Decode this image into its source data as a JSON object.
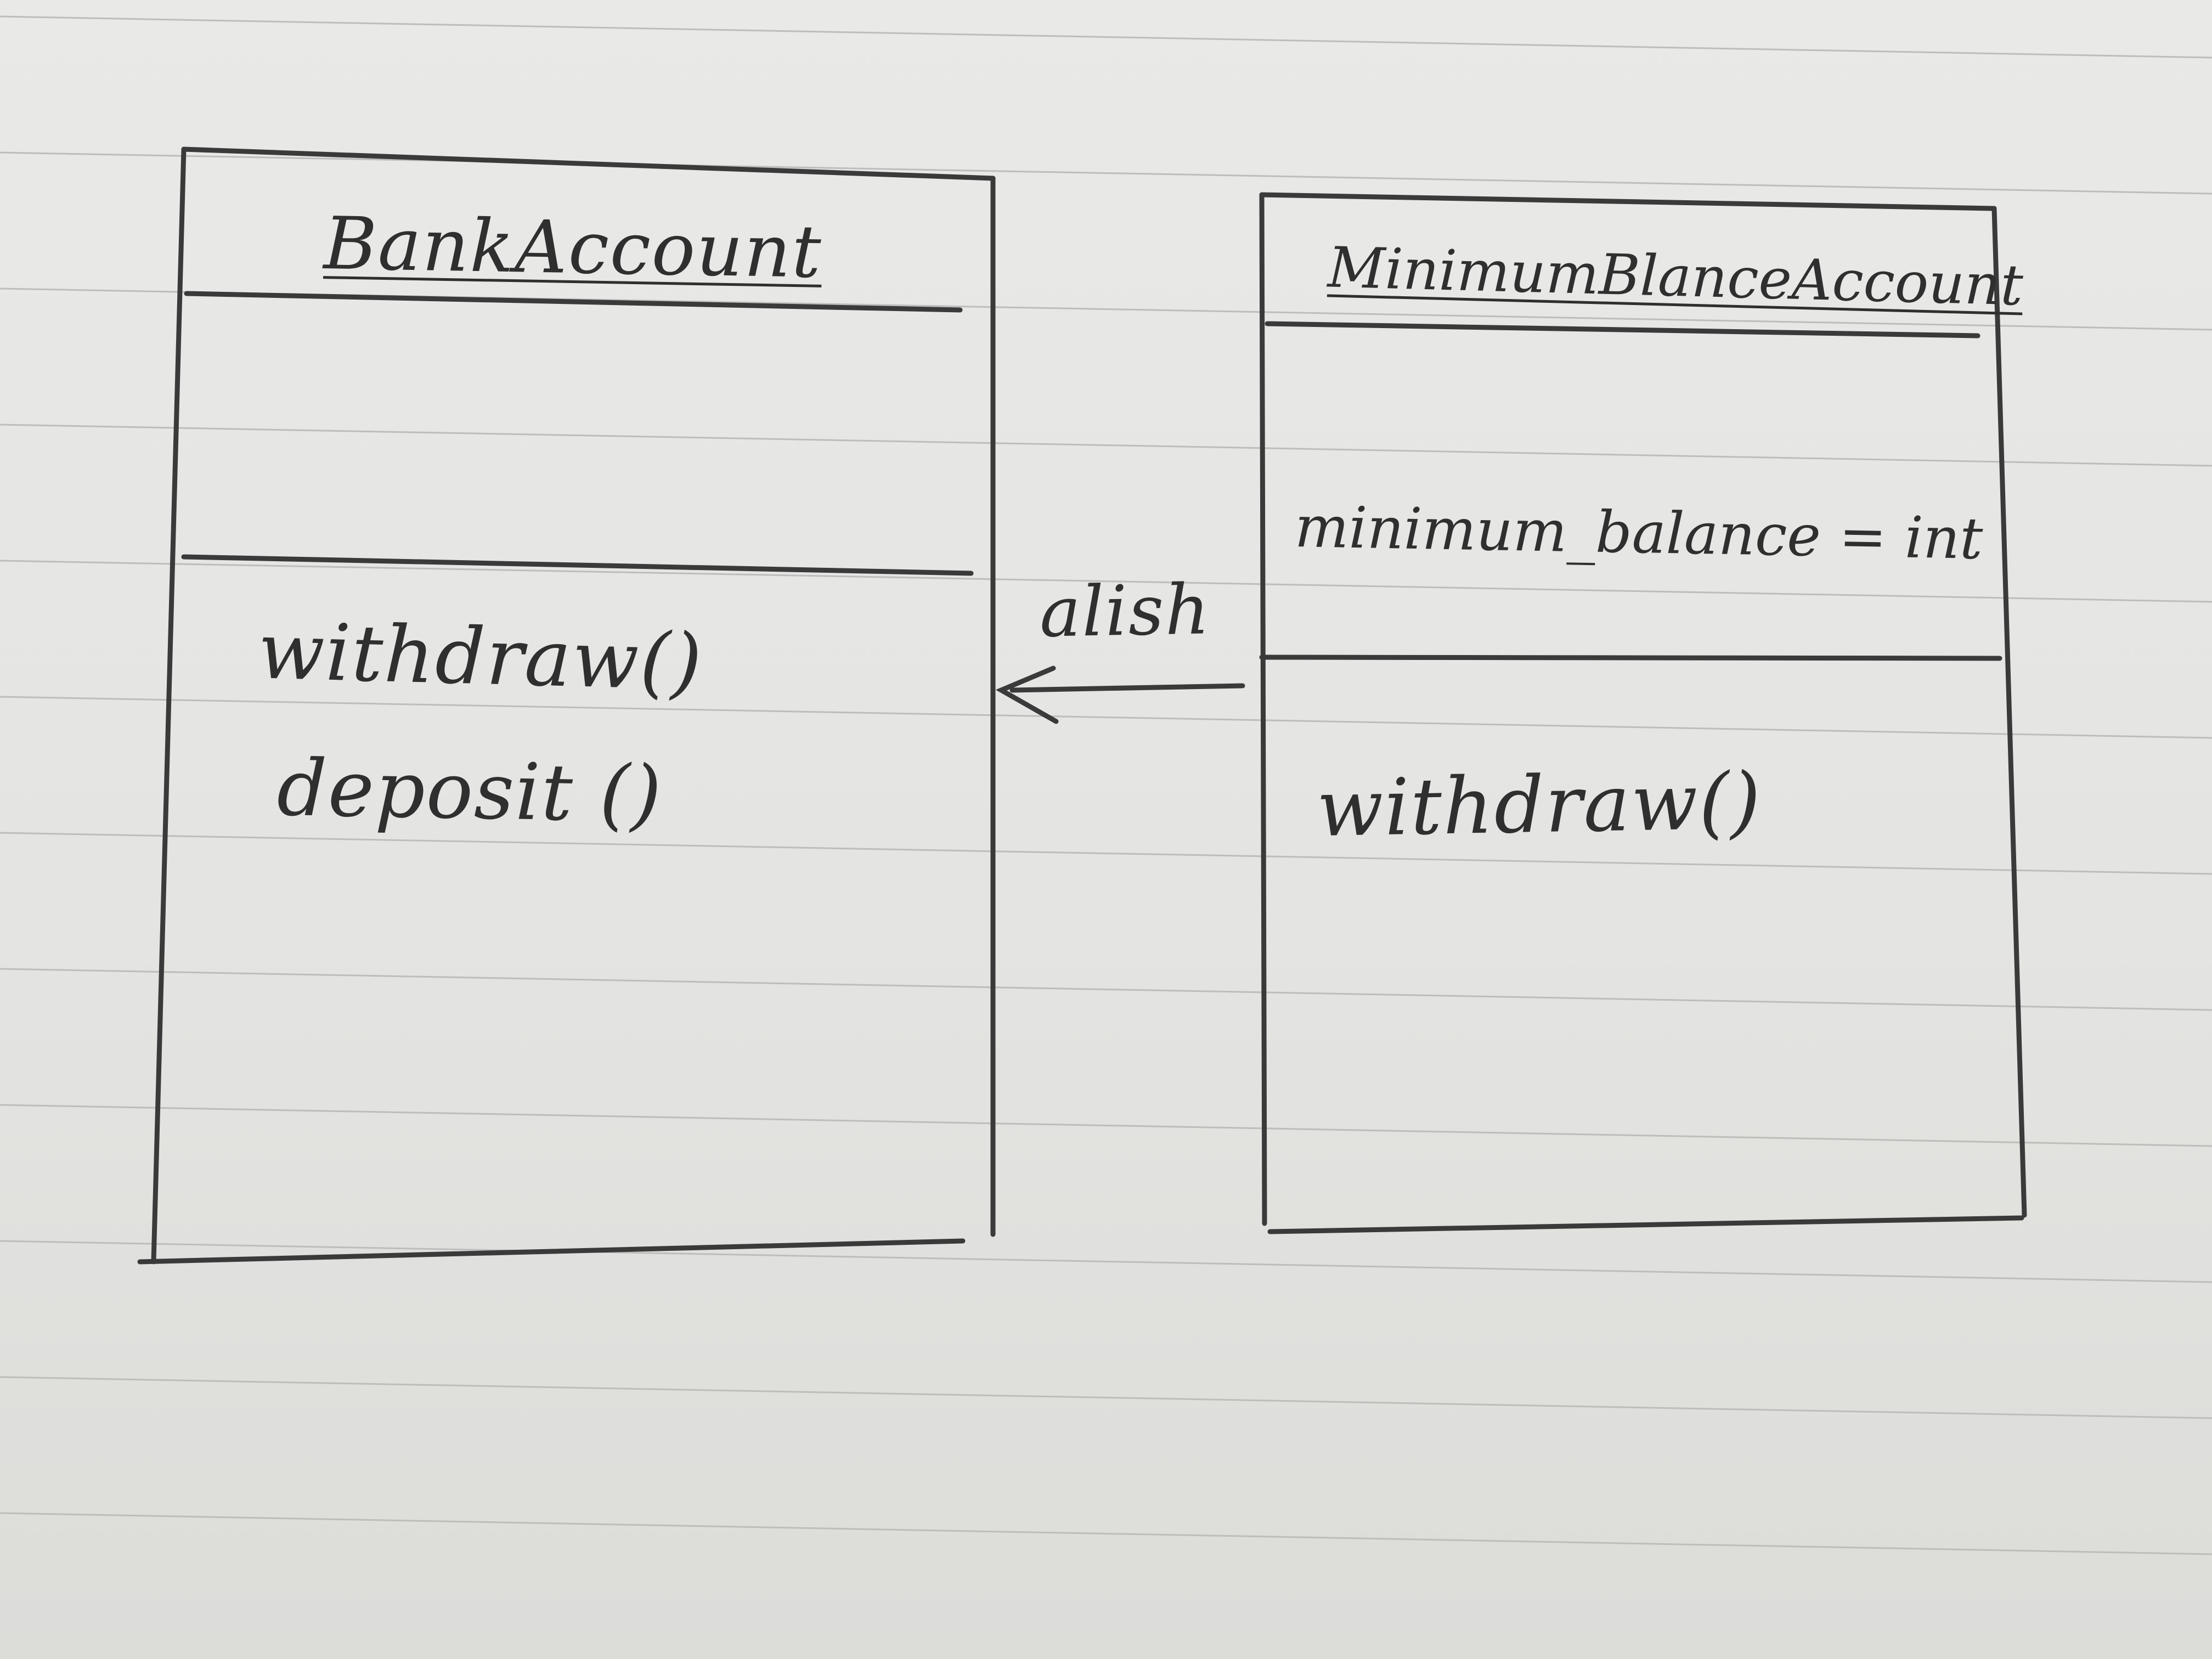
{
  "diagram": {
    "classes": [
      {
        "name": "BankAccount",
        "attributes": [],
        "methods": [
          "withdraw()",
          "deposit ()"
        ]
      },
      {
        "name": "MinimumBlanceAccount",
        "attributes": [
          "minimum_balance = int"
        ],
        "methods": [
          "withdraw()"
        ]
      }
    ],
    "relationship": {
      "label": "alish",
      "from": "MinimumBlanceAccount",
      "to": "BankAccount"
    }
  },
  "colors": {
    "paper": "#e6e6e4",
    "rule_line": "#bdbdbb",
    "pencil": "#3a3a3a"
  }
}
